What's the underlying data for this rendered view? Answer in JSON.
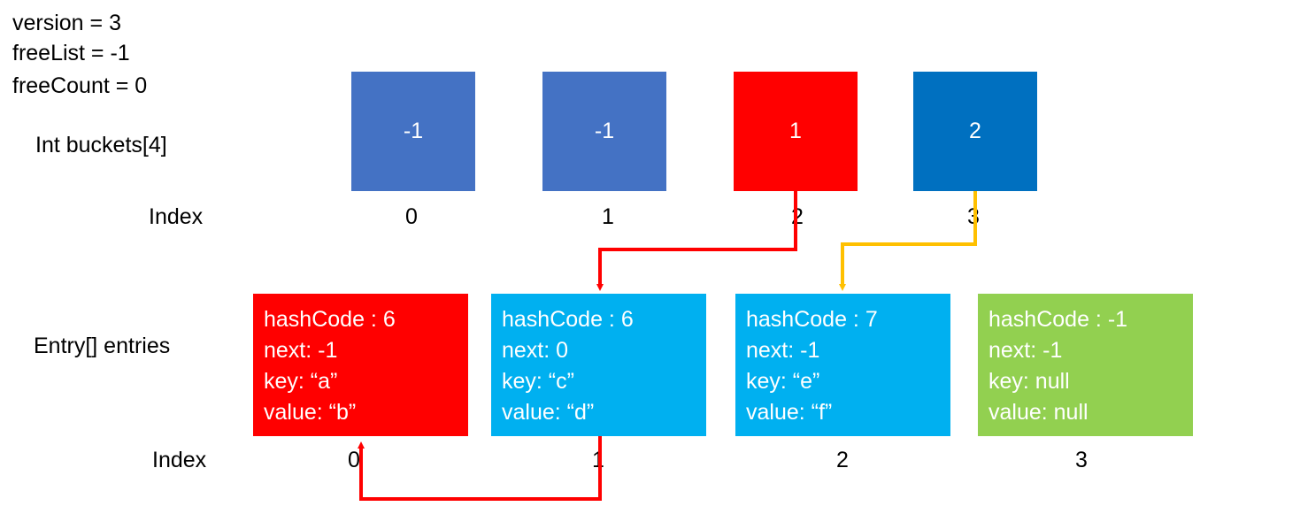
{
  "stats": {
    "version": "version = 3",
    "freeList": "freeList = -1",
    "freeCount": "freeCount = 0"
  },
  "labels": {
    "buckets": "Int buckets[4]",
    "bucket_index": "Index",
    "entries": "Entry[] entries",
    "entry_index": "Index"
  },
  "buckets": [
    {
      "index": "0",
      "value": "-1",
      "color": "#4472c4"
    },
    {
      "index": "1",
      "value": "-1",
      "color": "#4472c4"
    },
    {
      "index": "2",
      "value": "1",
      "color": "#ff0000"
    },
    {
      "index": "3",
      "value": "2",
      "color": "#0070c0"
    }
  ],
  "entries": [
    {
      "index": "0",
      "hashCode": "hashCode : 6",
      "next": "next: -1",
      "key": "key: “a”",
      "value": "value: “b”",
      "color": "#ff0000"
    },
    {
      "index": "1",
      "hashCode": "hashCode : 6",
      "next": "next: 0",
      "key": "key: “c”",
      "value": "value: “d”",
      "color": "#00b0f0"
    },
    {
      "index": "2",
      "hashCode": "hashCode : 7",
      "next": "next: -1",
      "key": "key: “e”",
      "value": "value: “f”",
      "color": "#00b0f0"
    },
    {
      "index": "3",
      "hashCode": "hashCode : -1",
      "next": "next: -1",
      "key": "key: null",
      "value": "value: null",
      "color": "#92d050"
    }
  ],
  "arrow_colors": {
    "bucket2": "#ff0000",
    "bucket3": "#ffc000",
    "entry1_next": "#ff0000"
  }
}
